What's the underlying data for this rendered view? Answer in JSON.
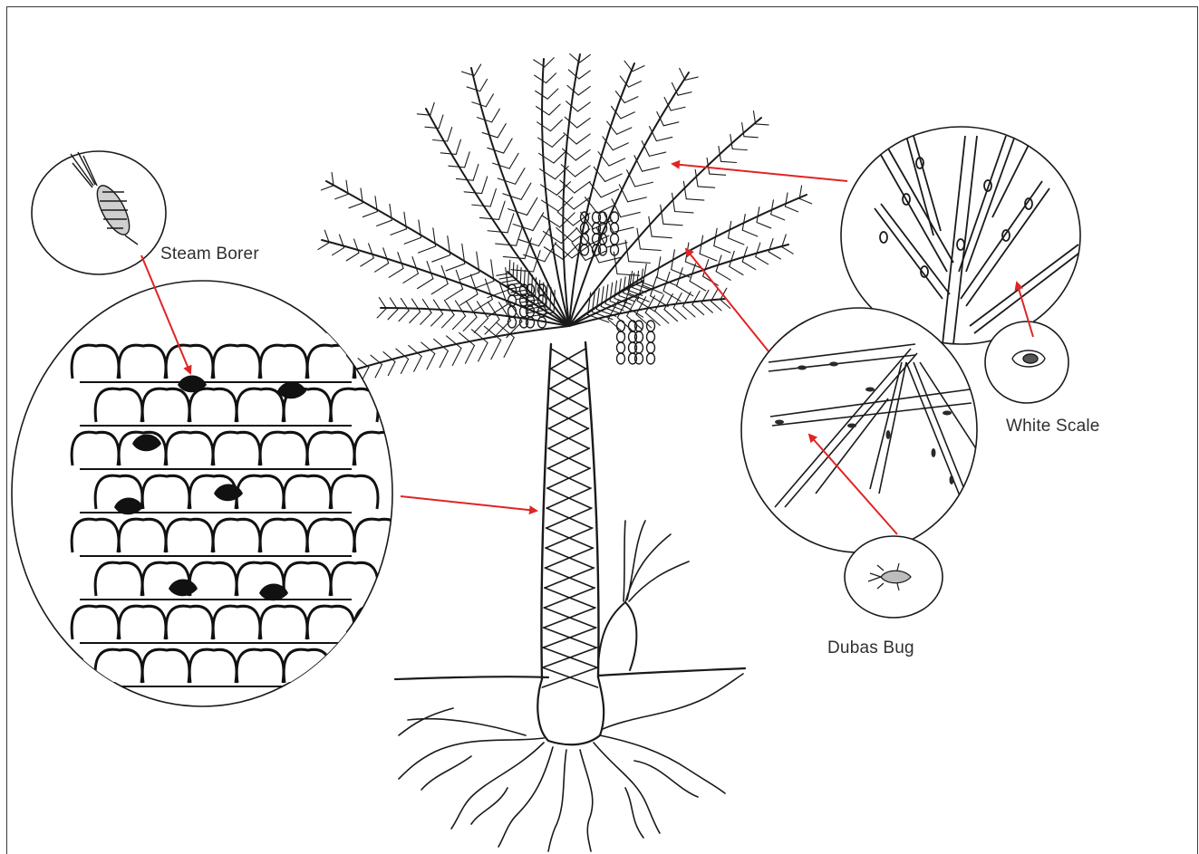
{
  "labels": {
    "steam_borer": "Steam Borer",
    "white_scale": "White Scale",
    "dubas_bug": "Dubas Bug"
  },
  "colors": {
    "arrow": "#e02424",
    "ink": "#1a1a1a",
    "text": "#2f2f2f",
    "frame": "#3a3a3a"
  },
  "icons": [
    "date-palm-illustration",
    "steam-borer-insect-icon",
    "trunk-closeup-icon",
    "frond-closeup-icon",
    "white-scale-insect-icon",
    "dubas-bug-insect-icon"
  ]
}
